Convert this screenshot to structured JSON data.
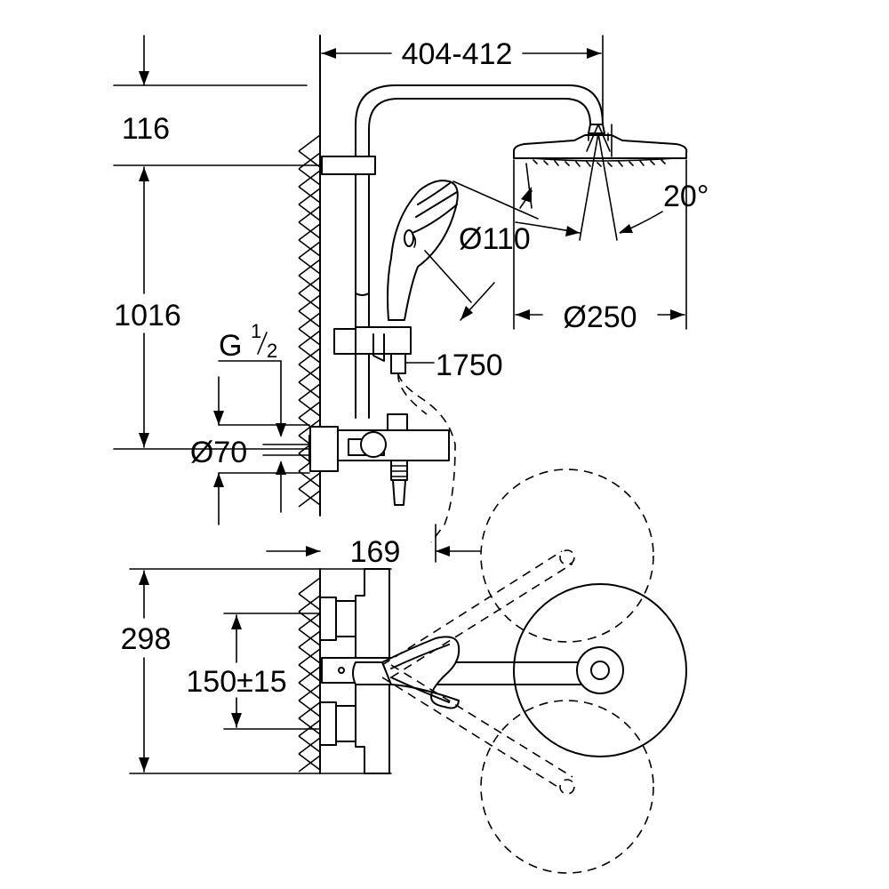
{
  "dimensions": {
    "arm_reach": "404-412",
    "top_offset": "116",
    "rail_length": "1016",
    "thread": "G",
    "thread_num": "1",
    "thread_den": "2",
    "escutcheon_diameter": "Ø70",
    "wall_projection": "169",
    "hose_length": "1750",
    "hand_shower_diameter": "Ø110",
    "head_shower_diameter": "Ø250",
    "tilt_angle": "20°",
    "plan_depth": "298",
    "inlet_spacing": "150±15"
  }
}
